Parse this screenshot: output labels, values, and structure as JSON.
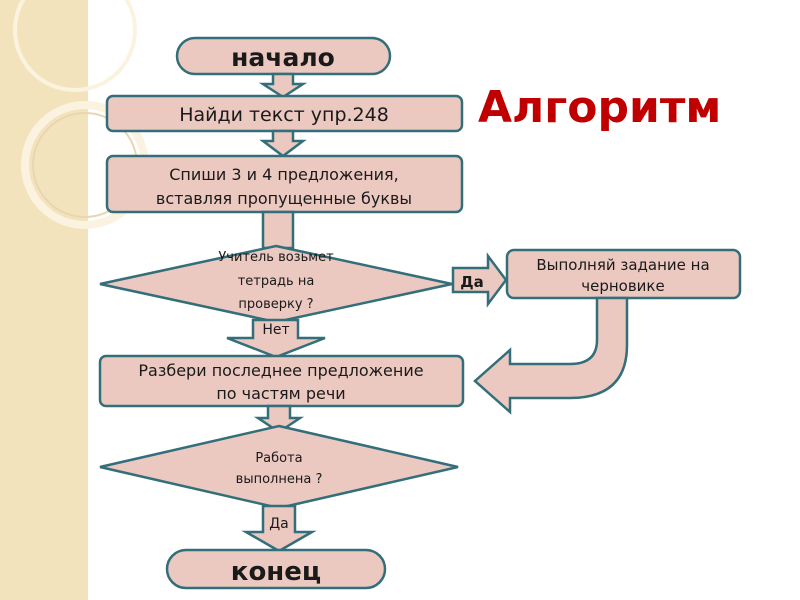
{
  "title": "Алгоритм",
  "colors": {
    "fill": "#ebc8c0",
    "stroke": "#336e7b",
    "title": "#c00000",
    "strip": "#f3e3bd"
  },
  "flow": {
    "start": "начало",
    "step1": "Найди текст упр.248",
    "step2": [
      "Спиши 3 и 4 предложения,",
      "вставляя пропущенные буквы"
    ],
    "decision1": [
      "Учитель возьмет",
      "тетрадь на",
      "проверку ?"
    ],
    "yes1": "Да",
    "side_step": [
      "Выполняй задание на",
      "черновике"
    ],
    "no1": "Нет",
    "step3": [
      "Разбери последнее предложение",
      "по частям речи"
    ],
    "decision2": [
      "Работа",
      "выполнена ?"
    ],
    "yes2": "Да",
    "end": "конец"
  }
}
